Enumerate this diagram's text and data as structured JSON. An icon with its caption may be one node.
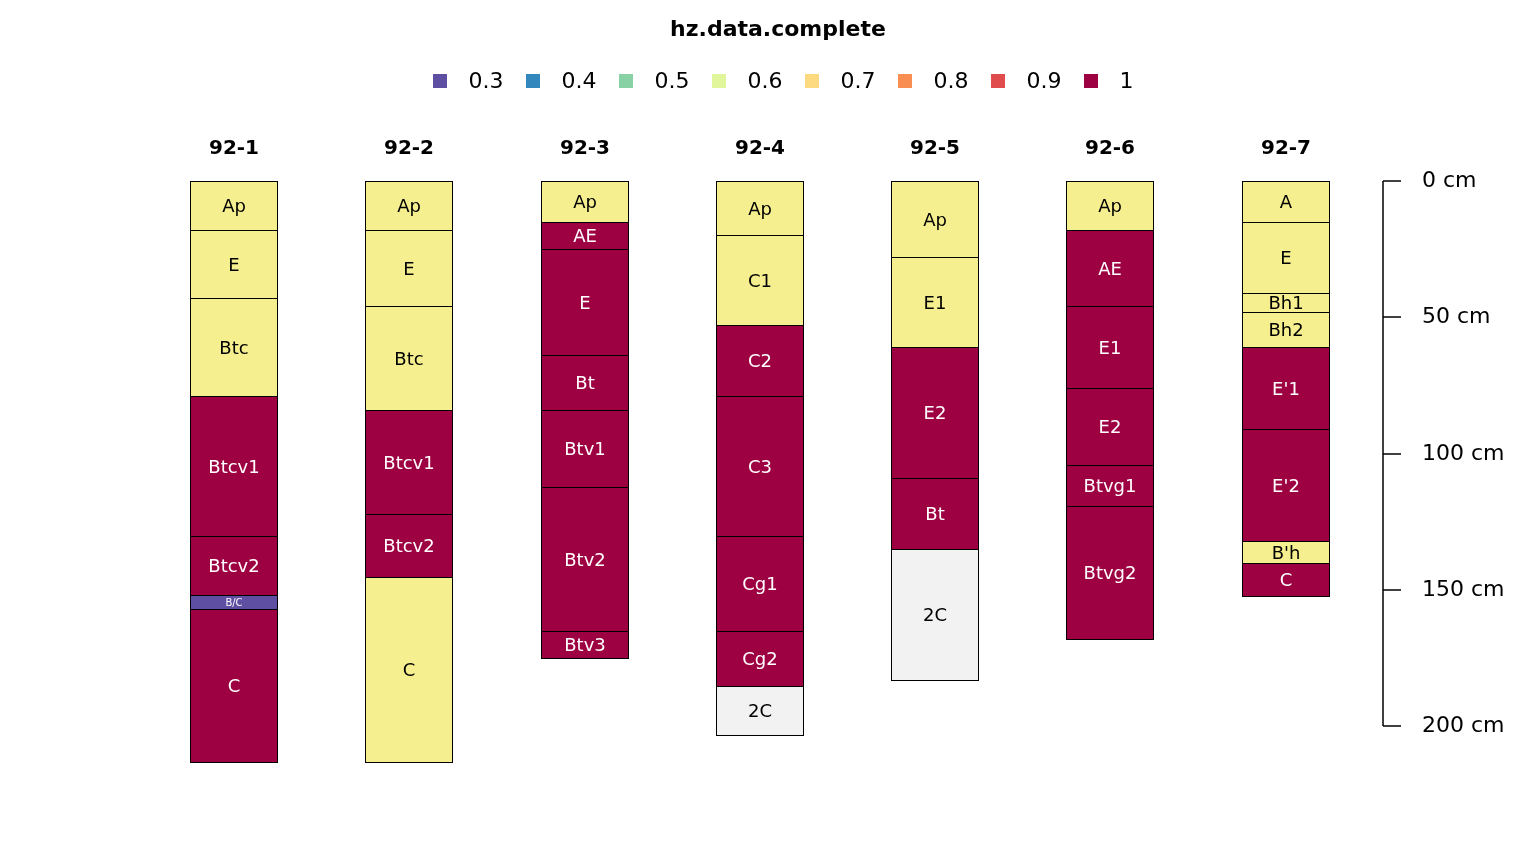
{
  "diagram": {
    "title": "hz.data.complete",
    "nodes": [
      {
        "text": [
          "92-1"
        ]
      },
      {
        "text": [
          "Ap"
        ],
        "in": 0
      },
      {
        "text": [
          "E"
        ],
        "in": 0
      },
      {
        "text": [
          "Btc"
        ],
        "in": 0
      },
      {
        "text": [
          "Btcv1"
        ],
        "in": 0
      },
      {
        "text": [
          "Btcv2"
        ],
        "in": 0
      },
      {
        "text": [
          "B/C"
        ],
        "in": 0
      },
      {
        "text": [
          "C"
        ],
        "in": 0
      },
      {
        "text": [
          "92-2"
        ]
      },
      {
        "text": [
          "Ap"
        ],
        "in": 8
      },
      {
        "text": [
          "E"
        ],
        "in": 8
      },
      {
        "text": [
          "Btc"
        ],
        "in": 8
      },
      {
        "text": [
          "Btcv1"
        ],
        "in": 8
      },
      {
        "text": [
          "Btcv2"
        ],
        "in": 8
      },
      {
        "text": [
          "C"
        ],
        "in": 8
      },
      {
        "text": [
          "92-3"
        ]
      },
      {
        "text": [
          "Ap"
        ],
        "in": 15
      },
      {
        "text": [
          "AE"
        ],
        "in": 15
      },
      {
        "text": [
          "E"
        ],
        "in": 15
      },
      {
        "text": [
          "Bt"
        ],
        "in": 15
      },
      {
        "text": [
          "Btv1"
        ],
        "in": 15
      },
      {
        "text": [
          "Btv2"
        ],
        "in": 15
      },
      {
        "text": [
          "Btv3"
        ],
        "in": 15
      },
      {
        "text": [
          "92-4"
        ]
      },
      {
        "text": [
          "Ap"
        ],
        "in": 23
      },
      {
        "text": [
          "C1"
        ],
        "in": 23
      },
      {
        "text": [
          "C2"
        ],
        "in": 23
      },
      {
        "text": [
          "C3"
        ],
        "in": 23
      },
      {
        "text": [
          "Cg1"
        ],
        "in": 23
      },
      {
        "text": [
          "Cg2"
        ],
        "in": 23
      },
      {
        "text": [
          "2C"
        ],
        "in": 23
      },
      {
        "text": [
          "92-5"
        ]
      },
      {
        "text": [
          "Ap"
        ],
        "in": 31
      },
      {
        "text": [
          "E1"
        ],
        "in": 31
      },
      {
        "text": [
          "E2"
        ],
        "in": 31
      },
      {
        "text": [
          "Bt"
        ],
        "in": 31
      },
      {
        "text": [
          "2C"
        ],
        "in": 31
      },
      {
        "text": [
          "92-6"
        ]
      },
      {
        "text": [
          "Ap"
        ],
        "in": 37
      },
      {
        "text": [
          "AE"
        ],
        "in": 37
      },
      {
        "text": [
          "E1"
        ],
        "in": 37
      },
      {
        "text": [
          "E2"
        ],
        "in": 37
      },
      {
        "text": [
          "Btvg1"
        ],
        "in": 37
      },
      {
        "text": [
          "Btvg2"
        ],
        "in": 37
      },
      {
        "text": [
          "92-7"
        ]
      },
      {
        "text": [
          "A"
        ],
        "in": 44
      },
      {
        "text": [
          "E"
        ],
        "in": 44
      },
      {
        "text": [
          "Bh1"
        ],
        "in": 44
      },
      {
        "text": [
          "Bh2"
        ],
        "in": 44
      },
      {
        "text": [
          "E'1"
        ],
        "in": 44
      },
      {
        "text": [
          "E'2"
        ],
        "in": 44
      },
      {
        "text": [
          "B'h"
        ],
        "in": 44
      },
      {
        "text": [
          "C"
        ],
        "in": 44
      }
    ],
    "labels": [
      "0 cm",
      "50 cm",
      "100 cm",
      "150 cm",
      "200 cm"
    ],
    "legend": [
      {
        "text": "0.3",
        "color": "#5e4fa2"
      },
      {
        "text": "0.4",
        "color": "#3288bd"
      },
      {
        "text": "0.5",
        "color": "#88d1a4"
      },
      {
        "text": "0.6",
        "color": "#e1f59a"
      },
      {
        "text": "0.7",
        "color": "#fdd97f"
      },
      {
        "text": "0.8",
        "color": "#f98e52"
      },
      {
        "text": "0.9",
        "color": "#e04b4b"
      },
      {
        "text": "1",
        "color": "#9e0142"
      }
    ]
  }
}
